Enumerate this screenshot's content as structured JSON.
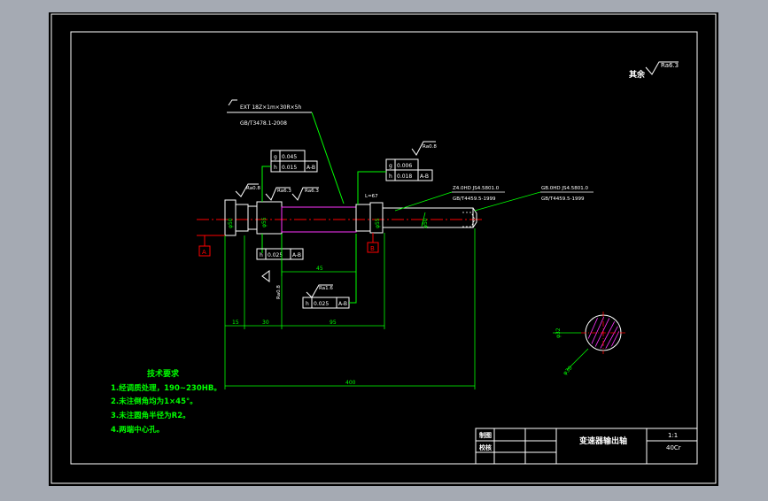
{
  "drawing": {
    "surface_note": "",
    "roughness_top": "其余",
    "roughness_top_value": "Ra6.3",
    "spline_spec": "EXT 18Z×1m×30R×5h",
    "spline_std": "GB/T3478.1-2008",
    "tol1_g": "0.045",
    "tol1_h": "0.015",
    "tol1_ref": "A-B",
    "tol2_g": "0.006",
    "tol2_h": "0.018",
    "tol2_ref": "A-B",
    "tol3_h": "0.025",
    "tol3_ref": "A-B",
    "tol4_h": "0.025",
    "tol4_ref": "A-B",
    "ra_left": "Ra0.8",
    "ra_mid1": "Ra6.3",
    "ra_mid2": "Ra6.3",
    "ra_right_top": "Ra0.8",
    "ra_lower": "Ra1.6",
    "ra_vert": "Ra0.8",
    "datum_a": "A",
    "datum_b": "B",
    "center_left_1": "Z4.0HD  JS4.5801.0",
    "center_left_2": "GB/T4459.5-1999",
    "center_right_1": "GB.0HD  JS4.5801.0",
    "center_right_2": "GB/T4459.5-1999",
    "note_le": "L=67",
    "dim_d1": "φ50",
    "dim_d2": "φ55",
    "dim_d3": "φ55",
    "dim_d4": "φ50",
    "dim_d5": "φ42",
    "dim_45": "45",
    "dim_15": "15",
    "dim_30": "30",
    "dim_95": "95",
    "dim_400": "400",
    "section_dia": "φ32",
    "section_key": "φ30",
    "tech_title": "技术要求",
    "tech_items": [
      "1.经调质处理，190~230HB。",
      "2.未注倒角均为1×45°。",
      "3.未注圆角半径为R2。",
      "4.两端中心孔。"
    ],
    "tb_label_draw": "制图",
    "tb_label_check": "校核",
    "tb_title": "变速器输出轴",
    "tb_scale": "1:1",
    "tb_material": "40Cr"
  }
}
